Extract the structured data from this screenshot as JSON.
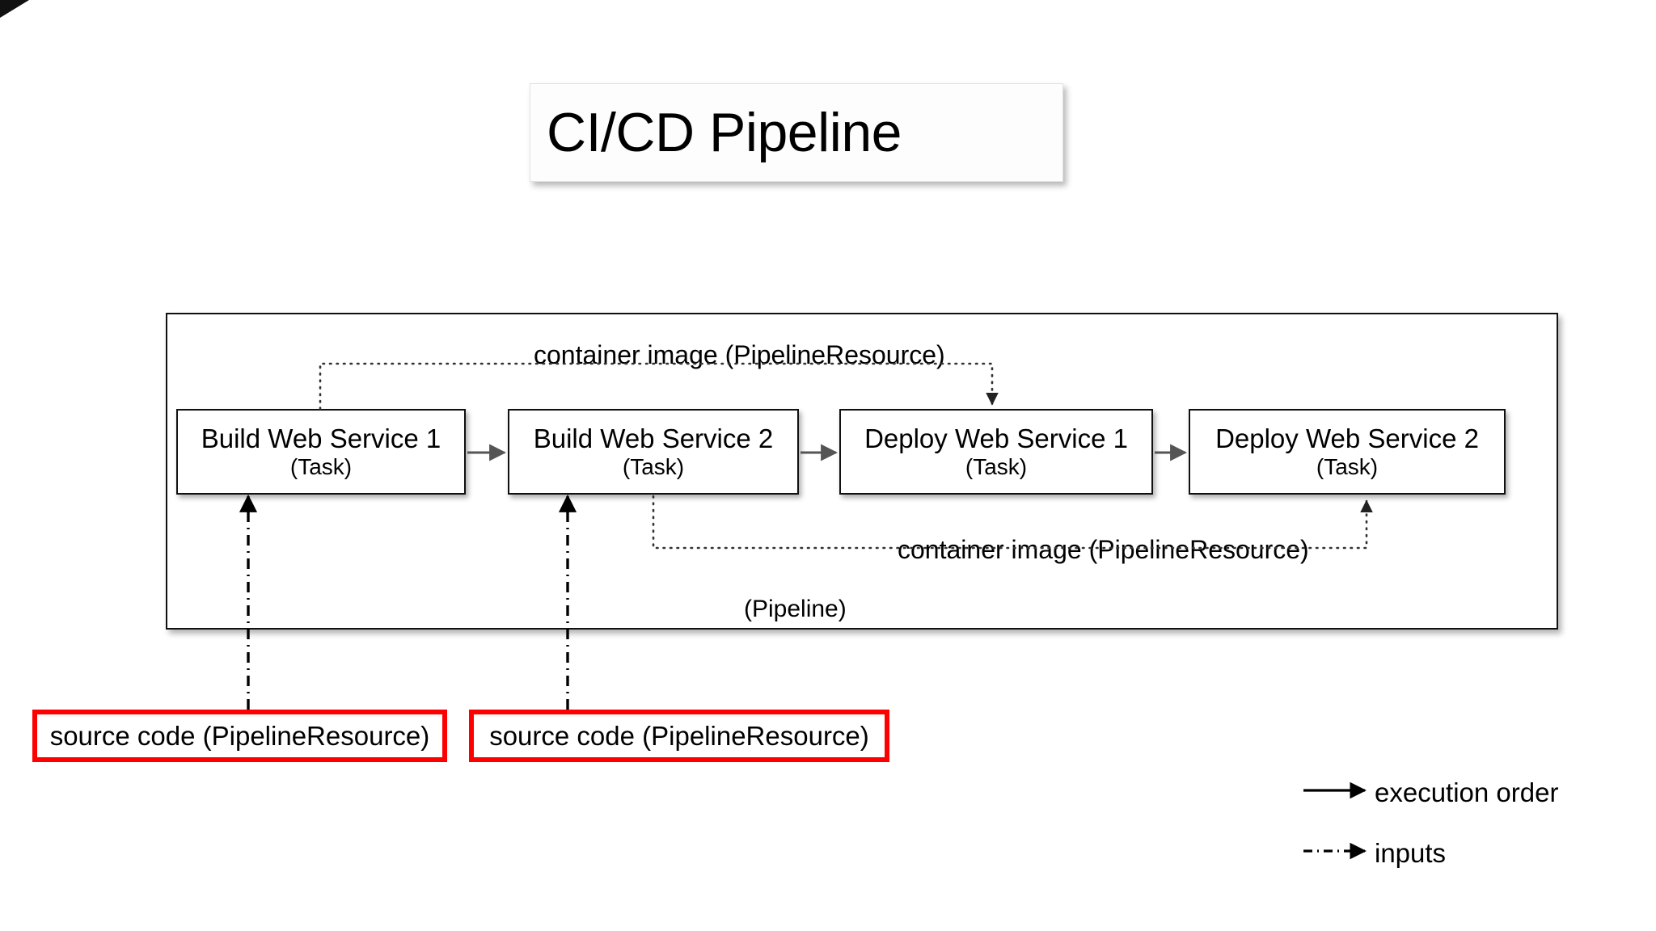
{
  "title": {
    "text": "CI/CD Pipeline"
  },
  "pipeline": {
    "label": "(Pipeline)",
    "tasks": [
      {
        "name": "Build Web Service 1",
        "kind": "(Task)"
      },
      {
        "name": "Build Web Service 2",
        "kind": "(Task)"
      },
      {
        "name": "Deploy Web Service 1",
        "kind": "(Task)"
      },
      {
        "name": "Deploy Web Service 2",
        "kind": "(Task)"
      }
    ]
  },
  "flows": {
    "container_image_top": "container image (PipelineResource)",
    "container_image_bottom": "container image (PipelineResource)"
  },
  "resources": [
    {
      "label": "source code (PipelineResource)"
    },
    {
      "label": "source code (PipelineResource)"
    }
  ],
  "legend": {
    "execution_order": "execution order",
    "inputs": "inputs"
  },
  "colors": {
    "resource_border": "#ff0000",
    "box_border": "#111111",
    "execution_arrow": "#555555",
    "dotted_flow": "#333333",
    "background": "#ffffff"
  }
}
